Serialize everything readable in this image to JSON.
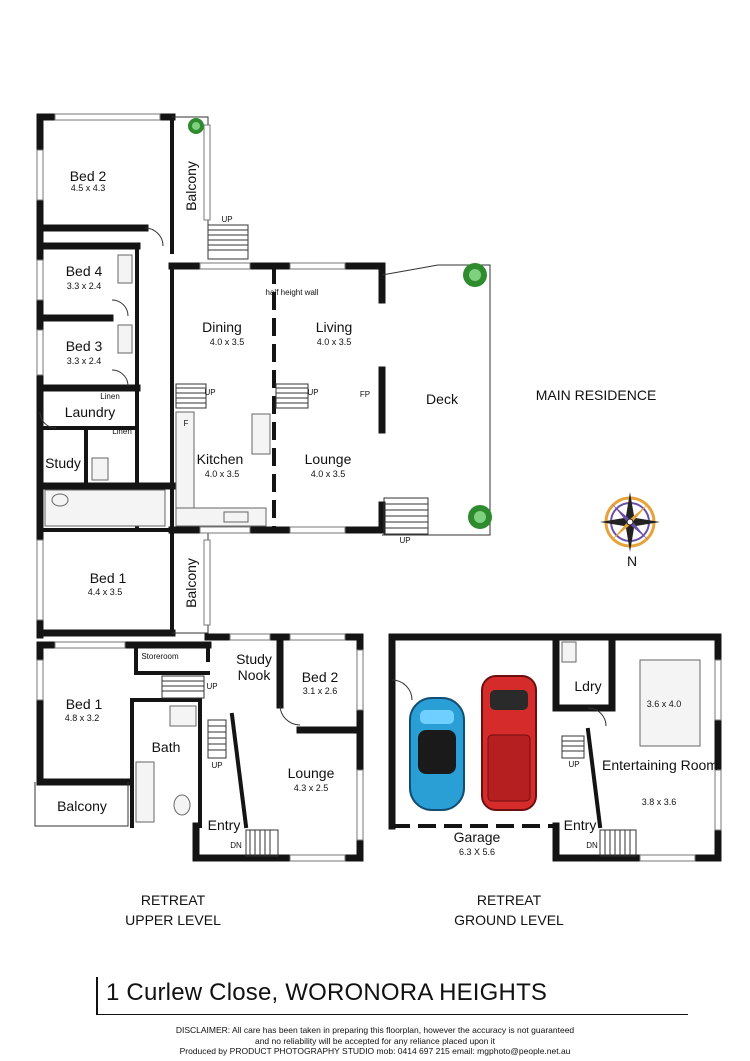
{
  "sections": {
    "main_residence": "MAIN RESIDENCE",
    "upper_level_line1": "RETREAT",
    "upper_level_line2": "UPPER LEVEL",
    "ground_level_line1": "RETREAT",
    "ground_level_line2": "GROUND LEVEL"
  },
  "rooms": {
    "bed2_main": {
      "name": "Bed 2",
      "size": "4.5 x 4.3"
    },
    "bed4": {
      "name": "Bed 4",
      "size": "3.3 x 2.4"
    },
    "bed3": {
      "name": "Bed 3",
      "size": "3.3 x 2.4"
    },
    "laundry": {
      "name": "Laundry"
    },
    "study": {
      "name": "Study"
    },
    "bed1_main": {
      "name": "Bed 1",
      "size": "4.4 x 3.5"
    },
    "dining": {
      "name": "Dining",
      "size": "4.0 x 3.5"
    },
    "living": {
      "name": "Living",
      "size": "4.0 x 3.5"
    },
    "kitchen": {
      "name": "Kitchen",
      "size": "4.0 x 3.5"
    },
    "lounge_main": {
      "name": "Lounge",
      "size": "4.0 x 3.5"
    },
    "deck": {
      "name": "Deck"
    },
    "bed1_upper": {
      "name": "Bed 1",
      "size": "4.8 x 3.2"
    },
    "bath": {
      "name": "Bath"
    },
    "balcony_upper": {
      "name": "Balcony"
    },
    "storeroom": {
      "name": "Storeroom"
    },
    "study_nook_l1": "Study",
    "study_nook_l2": "Nook",
    "bed2_upper": {
      "name": "Bed 2",
      "size": "3.1 x 2.6"
    },
    "lounge_upper": {
      "name": "Lounge",
      "size": "4.3 x 2.5"
    },
    "entry_upper": {
      "name": "Entry"
    },
    "garage": {
      "name": "Garage",
      "size": "6.3 X 5.6"
    },
    "ldry": {
      "name": "Ldry"
    },
    "entertaining": {
      "name": "Entertaining Room",
      "size_top": "3.6 x 4.0",
      "size_bottom": "3.8 x 3.6"
    },
    "entry_ground": {
      "name": "Entry"
    }
  },
  "labels": {
    "balcony": "Balcony",
    "linen": "Linen",
    "up": "UP",
    "dn": "DN",
    "half_wall": "half height wall",
    "fp": "FP",
    "fridge": "F",
    "north": "N"
  },
  "title": "1 Curlew Close, WORONORA HEIGHTS",
  "disclaimer": [
    "DISCLAIMER: All care has been taken in preparing this floorplan, however the accuracy is not guaranteed",
    "and no reliability will be accepted for any reliance placed upon it",
    "Produced by PRODUCT PHOTOGRAPHY STUDIO mob: 0414 697 215 email: mgphoto@people.net.au"
  ],
  "colors": {
    "walls": "#141414",
    "plant": "#2e8b2e",
    "car_red": "#d62b2b",
    "car_blue": "#2a9fd6",
    "compass_orange": "#e8a23a",
    "compass_purple": "#6a4fa8"
  }
}
